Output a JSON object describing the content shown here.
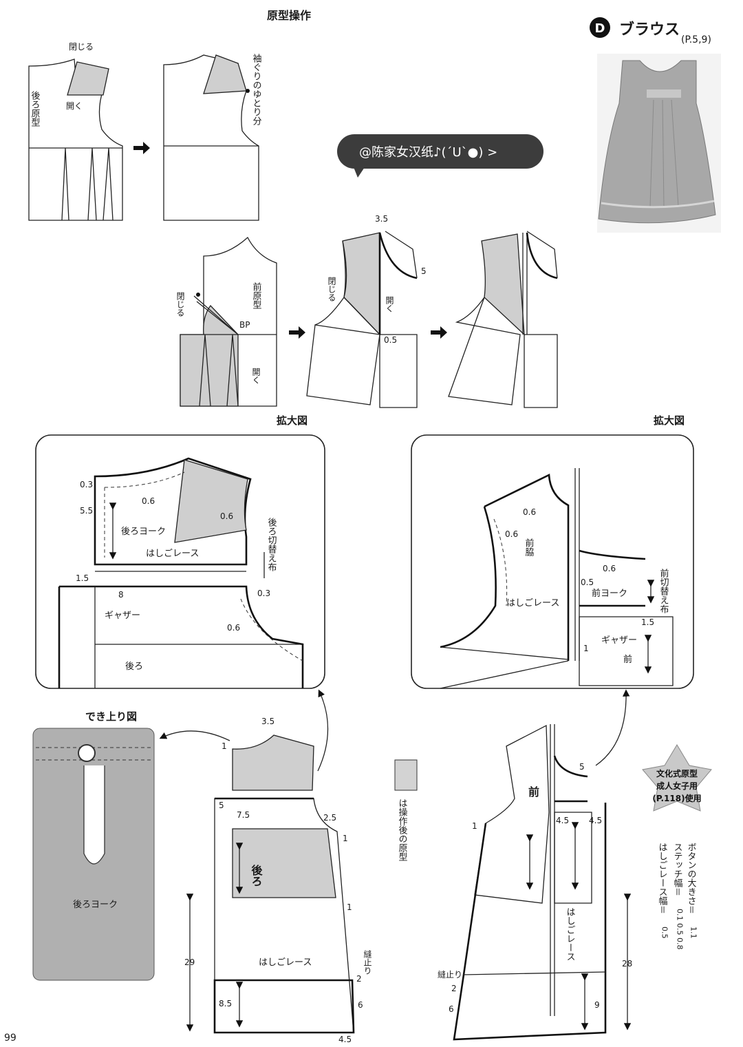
{
  "header": {
    "section_title": "原型操作",
    "design_letter": "D",
    "design_name": "ブラウス",
    "page_ref": "(P.5,9)",
    "page_number": "99"
  },
  "watermark": {
    "text": "@陈家女汉纸♪(´U`●) >"
  },
  "back_block": {
    "close_label": "閉じる",
    "open_label": "開く",
    "name": "後ろ原型",
    "armhole_ease": "袖ぐりのゆとり分"
  },
  "front_block": {
    "name": "前原型",
    "close_label": "閉じる",
    "open_label": "開く",
    "bp": "BP",
    "close_label_2": "閉じる",
    "open_label_2": "開く",
    "m_3_5": "3.5",
    "m_5": "5",
    "m_0_5": "0.5"
  },
  "zoom_back": {
    "title": "拡大図",
    "m_0_3": "0.3",
    "m_5_5": "5.5",
    "m_0_6a": "0.6",
    "m_0_6b": "0.6",
    "yoke": "後ろヨーク",
    "lace": "はしごレース",
    "m_1_5": "1.5",
    "m_8": "8",
    "m_0_3b": "0.3",
    "gather": "ギャザー",
    "m_0_6c": "0.6",
    "body": "後ろ",
    "switch_cloth": "後ろ切替え布"
  },
  "zoom_front": {
    "title": "拡大図",
    "m_0_6a": "0.6",
    "m_0_6b": "0.6",
    "side": "前脇",
    "m_0_5": "0.5",
    "m_0_6c": "0.6",
    "yoke": "前ヨーク",
    "lace": "はしごレース",
    "m_1_5": "1.5",
    "gather": "ギャザー",
    "m_1": "1",
    "body": "前",
    "switch_cloth": "前切替え布"
  },
  "finished": {
    "title": "でき上り図",
    "yoke": "後ろヨーク"
  },
  "legend": {
    "text": "は操作後の原型"
  },
  "back_pattern": {
    "m_3_5": "3.5",
    "m_1": "1",
    "m_5": "5",
    "m_7_5": "7.5",
    "m_2_5": "2.5",
    "m_1b": "1",
    "body": "後ろ",
    "m_1c": "1",
    "m_29": "29",
    "lace": "はしごレース",
    "stop": "縫止り",
    "m_2": "2",
    "m_8_5": "8.5",
    "m_6": "6",
    "m_4_5": "4.5"
  },
  "front_pattern": {
    "body": "前",
    "m_5": "5",
    "m_1": "1",
    "m_4_5a": "4.5",
    "m_4_5b": "4.5",
    "lace": "はしごレース",
    "stop": "縫止り",
    "m_2": "2",
    "m_6": "6",
    "m_9": "9",
    "m_28": "28"
  },
  "badge": {
    "line1": "文化式原型",
    "line2": "成人女子用",
    "line3": "(P.118)使用"
  },
  "notes": [
    {
      "label": "ボタンの大きさ＝",
      "value": "1.1"
    },
    {
      "label": "ステッチ幅＝",
      "value": "0.1 0.5 0.8"
    },
    {
      "label": "はしごレース幅＝",
      "value": "0.5"
    }
  ]
}
